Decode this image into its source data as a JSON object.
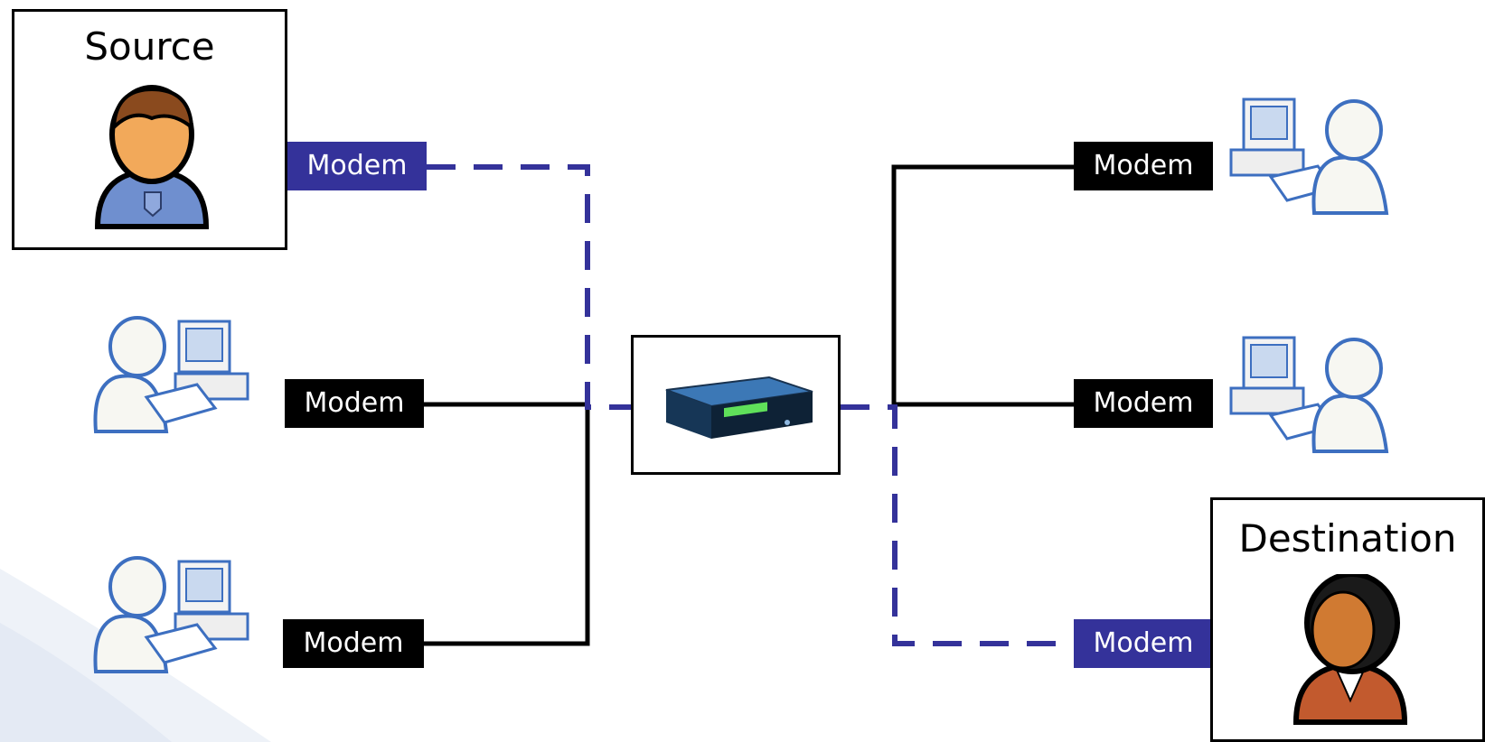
{
  "source": {
    "title": "Source",
    "modem_label": "Modem"
  },
  "destination": {
    "title": "Destination",
    "modem_label": "Modem"
  },
  "left_nodes": [
    {
      "modem_label": "Modem"
    },
    {
      "modem_label": "Modem"
    }
  ],
  "right_nodes": [
    {
      "modem_label": "Modem"
    },
    {
      "modem_label": "Modem"
    }
  ],
  "router": {
    "icon": "network-router-icon"
  },
  "colors": {
    "active_path": "#34329a",
    "idle_link": "#000000",
    "user_outline": "#3d6fc0"
  }
}
